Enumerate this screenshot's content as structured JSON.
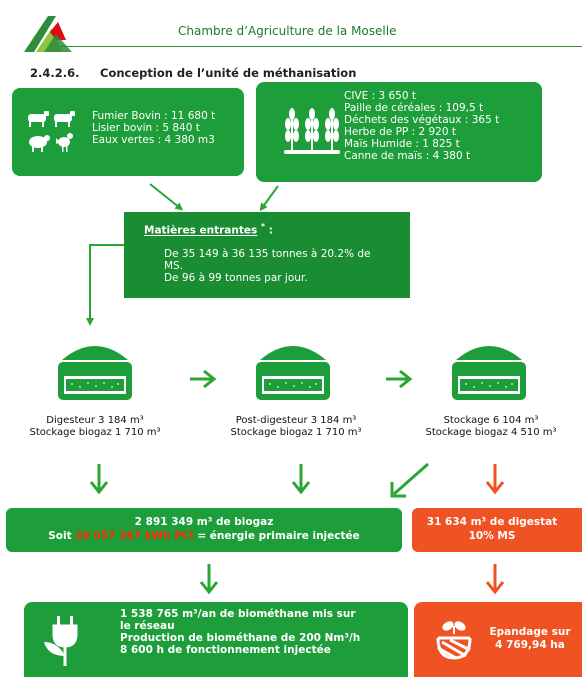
{
  "header": {
    "organisation": "Chambre d’Agriculture de la Moselle"
  },
  "section": {
    "number": "2.4.2.6.",
    "title": "Conception de l’unité de méthanisation"
  },
  "livestock_inputs": [
    "Fumier Bovin : 11 680 t",
    "Lisier bovin : 5 840 t",
    "Eaux vertes : 4 380 m3"
  ],
  "crop_inputs": [
    "CIVE : 3 650 t",
    "Paille de céréales : 109,5 t",
    "Déchets des végétaux : 365 t",
    "Herbe de PP : 2 920 t",
    "Maïs  Humide : 1 825 t",
    "Canne de maïs : 4 380 t"
  ],
  "incoming": {
    "heading": "Matières entrantes",
    "heading_suffix": ":",
    "asterisk": "*",
    "line1": "De 35 149 à 36 135 tonnes à 20.2% de",
    "line2": "MS.",
    "line3": "De 96 à 99 tonnes par jour."
  },
  "tanks": [
    {
      "line1": "Digesteur 3 184 m³",
      "line2": "Stockage biogaz 1 710 m³"
    },
    {
      "line1": "Post-digesteur 3 184 m³",
      "line2": "Stockage biogaz 1 710 m³"
    },
    {
      "line1": "Stockage 6 104 m³",
      "line2": "Stockage biogaz 4 510 m³"
    }
  ],
  "biogas": {
    "line1": "2 891 349 m³ de biogaz",
    "prefix": "Soit ",
    "energy": "30 057 367 kWh PCI",
    "suffix": " = énergie primaire injectée"
  },
  "digestate": {
    "line1": "31 634 m³ de digestat",
    "line2": "10% MS"
  },
  "biomethane": {
    "line1": "1 538 765 m³/an de biométhane mis sur",
    "line2": "le réseau",
    "line3": "Production de biométhane de 200 Nm³/h",
    "line4": "8 600 h de fonctionnement injectée"
  },
  "spreading": {
    "line1": "Epandage sur",
    "line2": "4 769,94 ha"
  },
  "colors": {
    "green": "#1e9e3a",
    "orange": "#f05323",
    "arrow_green": "#2aa632",
    "arrow_orange": "#f05323",
    "highlight": "#ff2a00"
  }
}
